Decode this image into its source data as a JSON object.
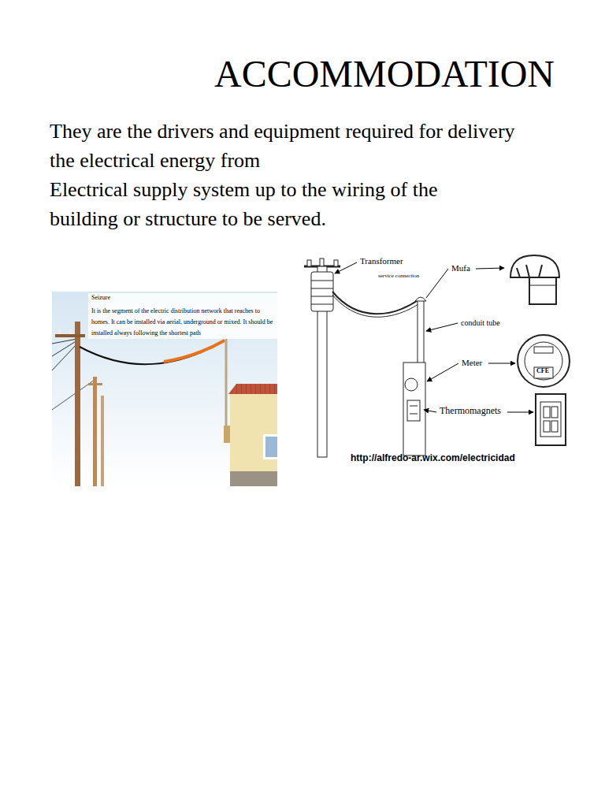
{
  "diagram": {
    "title": "ACCOMMODATION",
    "labels": [
      "They are the drivers and equipment required for delivery the electrical energy from",
      "Electrical supply system up to the wiring of the building or structure to be served.",
      "Seizure",
      "It is the segment of the electric distribution network that reaches to homes. It can be installed via aerial, underground or mixed. It should be installed always following the shortest path",
      "Transformer",
      "service connection",
      "Mufa",
      "conduit tube",
      "Meter",
      "Thermomagnets",
      "http://alfredo-ar.wix.com/electricidad",
      "CFE"
    ]
  }
}
